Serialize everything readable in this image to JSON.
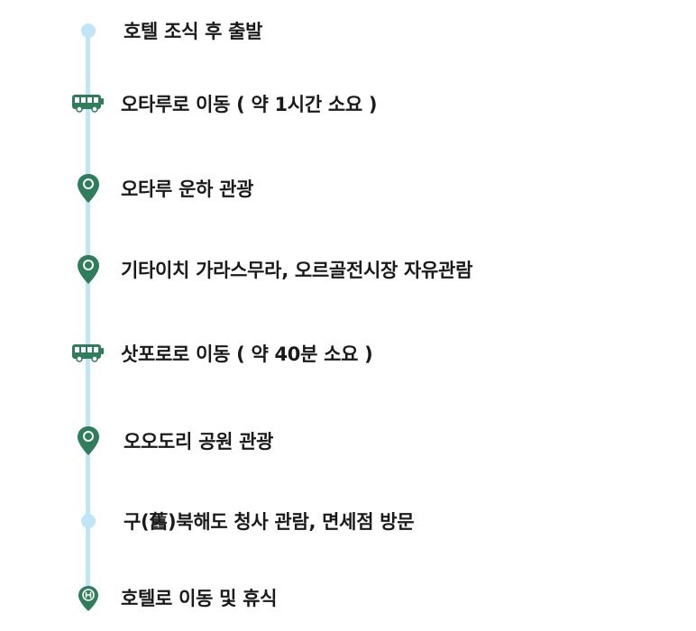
{
  "colors": {
    "timeline": "#bfe6f7",
    "icon_green": "#2e7d5b",
    "text": "#1a1a1a"
  },
  "itinerary": [
    {
      "icon": "dot",
      "text": "호텔 조식 후 출발"
    },
    {
      "icon": "bus-icon",
      "text": "오타루로 이동 ( 약 1시간 소요 )"
    },
    {
      "icon": "location-pin-icon",
      "text": "오타루 운하 관광"
    },
    {
      "icon": "location-pin-icon",
      "text": "기타이치 가라스무라, 오르골전시장 자유관람"
    },
    {
      "icon": "bus-icon",
      "text": "삿포로로 이동 ( 약 40분 소요 )"
    },
    {
      "icon": "location-pin-icon",
      "text": "오오도리 공원 관광"
    },
    {
      "icon": "dot",
      "text": "구(舊)북해도 청사 관람, 면세점 방문"
    },
    {
      "icon": "hotel-pin-icon",
      "text": "호텔로 이동 및 휴식"
    }
  ]
}
